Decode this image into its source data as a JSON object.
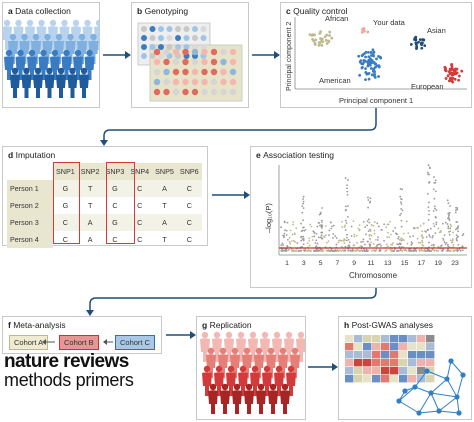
{
  "panels": {
    "a": {
      "letter": "a",
      "title": "Data collection"
    },
    "b": {
      "letter": "b",
      "title": "Genotyping"
    },
    "c": {
      "letter": "c",
      "title": "Quality control",
      "xlabel": "Principal component 1",
      "ylabel": "Principal component 2",
      "clusters": [
        "African",
        "Your data",
        "Asian",
        "American",
        "European"
      ]
    },
    "d": {
      "letter": "d",
      "title": "Imputation",
      "columns": [
        "SNP1",
        "SNP2",
        "SNP3",
        "SNP4",
        "SNP5",
        "SNP6"
      ],
      "rows": [
        {
          "label": "Person 1",
          "values": [
            "G",
            "T",
            "G",
            "C",
            "A",
            "C"
          ]
        },
        {
          "label": "Person 2",
          "values": [
            "G",
            "T",
            "C",
            "C",
            "T",
            "C"
          ]
        },
        {
          "label": "Person 3",
          "values": [
            "C",
            "A",
            "G",
            "C",
            "A",
            "C"
          ]
        },
        {
          "label": "Person 4",
          "values": [
            "C",
            "A",
            "C",
            "C",
            "T",
            "C"
          ]
        }
      ]
    },
    "e": {
      "letter": "e",
      "title": "Association testing",
      "ylabel": "–log₁₀(P)",
      "xlabel": "Chromosome",
      "ticks": [
        "1",
        "3",
        "5",
        "7",
        "9",
        "11",
        "13",
        "15",
        "17",
        "19",
        "23"
      ]
    },
    "f": {
      "letter": "f",
      "title": "Meta-analysis",
      "cohorts": [
        "Cohort A",
        "Cohort B",
        "Cohort C"
      ]
    },
    "g": {
      "letter": "g",
      "title": "Replication"
    },
    "h": {
      "letter": "h",
      "title": "Post-GWAS analyses"
    }
  },
  "logo": {
    "line1": "nature reviews",
    "line2": "methods primers"
  },
  "colors": {
    "blue": "#2f6fb5",
    "red": "#d33a3a",
    "border": "#c9c9c9",
    "accent": "#1f4e79"
  }
}
